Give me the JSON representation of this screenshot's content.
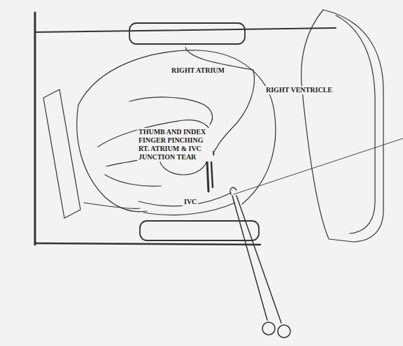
{
  "diagram": {
    "labels": [
      "RIGHT ATRIUM",
      "RIGHT VENTRICLE",
      "THUMB AND INDEX FINGER PINCHING RT. ATRIUM & IVC JUNCTION TEAR",
      "IVC"
    ]
  }
}
